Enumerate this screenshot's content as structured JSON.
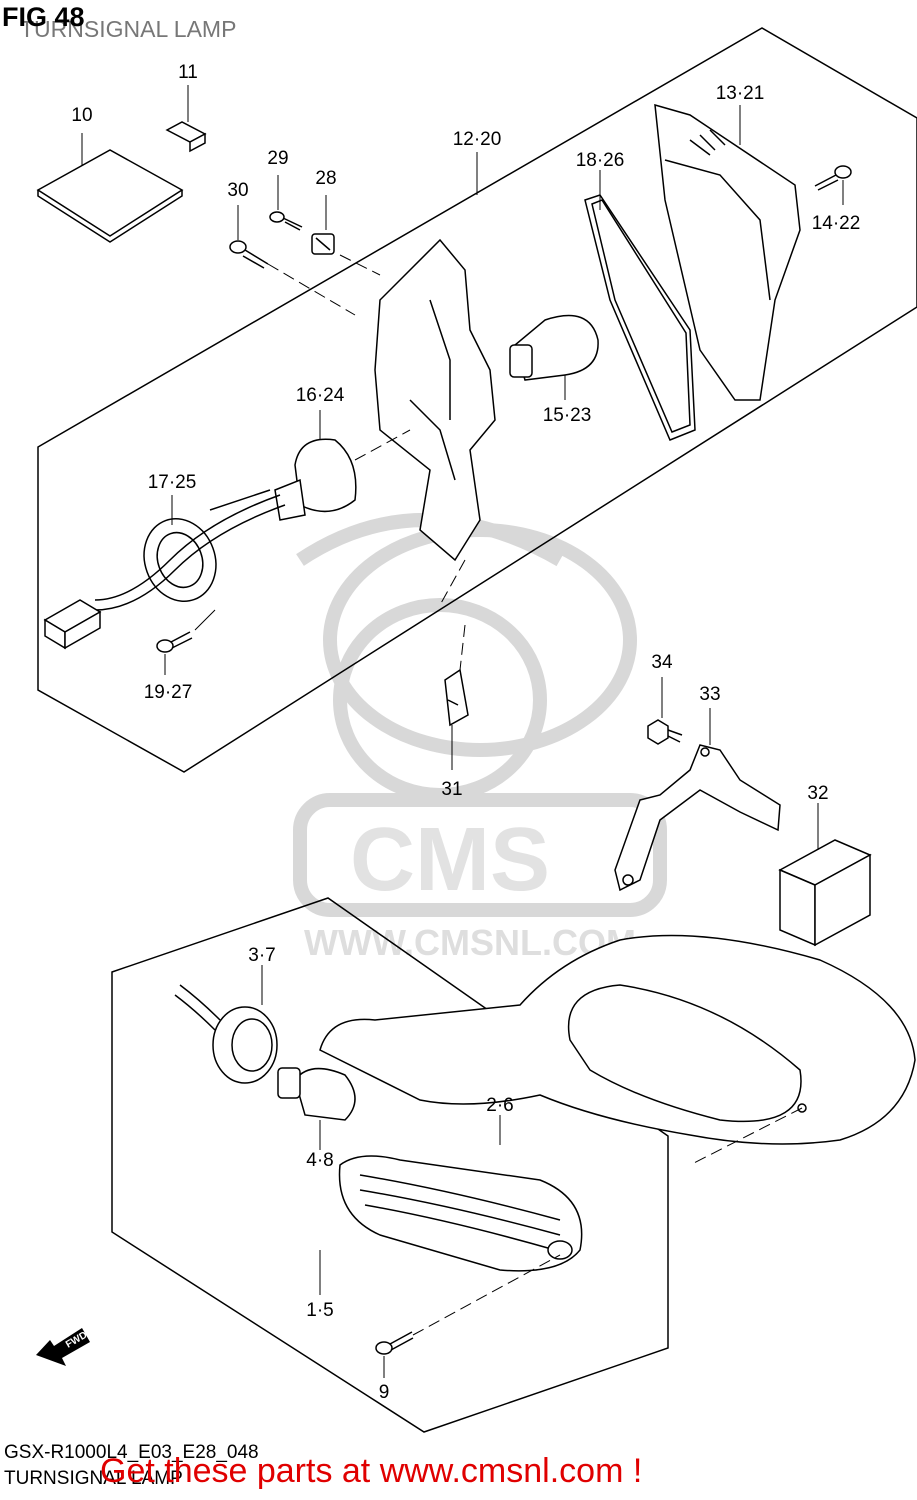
{
  "header": {
    "fig": "FIG 48",
    "title": "TURNSIGNAL LAMP"
  },
  "watermark": {
    "brand": "CMS",
    "url": "WWW.CMSNL.COM"
  },
  "callouts": {
    "c10": "10",
    "c11": "11",
    "c29": "29",
    "c28": "28",
    "c30": "30",
    "c12_20": "12·20",
    "c13_21": "13·21",
    "c18_26": "18·26",
    "c14_22": "14·22",
    "c16_24": "16·24",
    "c15_23": "15·23",
    "c17_25": "17·25",
    "c19_27": "19·27",
    "c31": "31",
    "c34": "34",
    "c33": "33",
    "c32": "32",
    "c3_7": "3·7",
    "c2_6": "2·6",
    "c4_8": "4·8",
    "c1_5": "1·5",
    "c9": "9"
  },
  "fwd_label": "FWD",
  "footer": {
    "code": "GSX-R1000L4_E03_E28_048",
    "caption": "TURNSIGNAL LAMP",
    "promo": "Get these parts at www.cmsnl.com !"
  }
}
